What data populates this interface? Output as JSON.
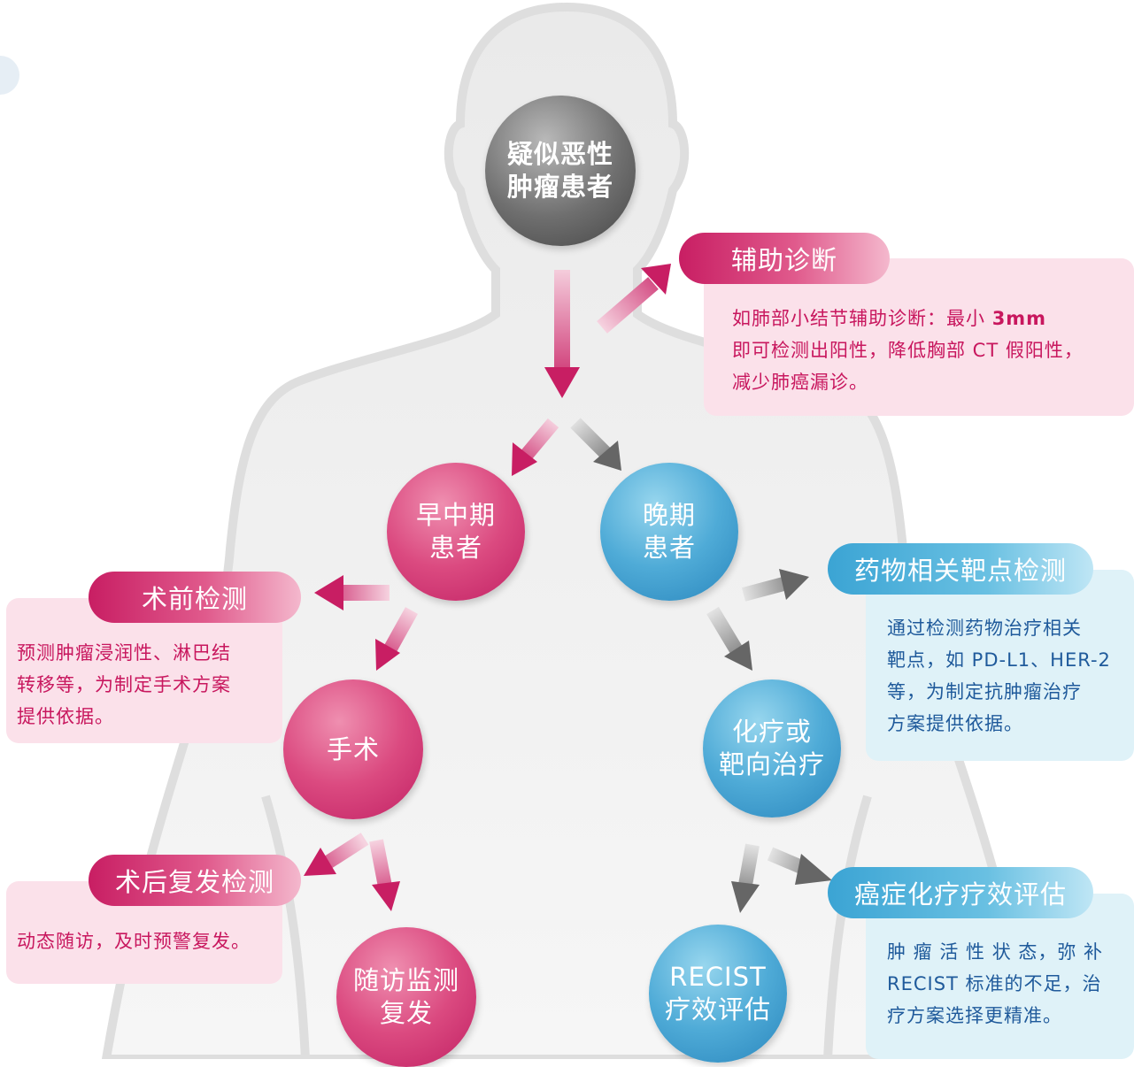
{
  "nodes": {
    "suspect": [
      "疑似恶性",
      "肿瘤患者"
    ],
    "early": [
      "早中期",
      "患者"
    ],
    "late": [
      "晚期",
      "患者"
    ],
    "surgery": [
      "手术"
    ],
    "chemo": [
      "化疗或",
      "靶向治疗"
    ],
    "followup": [
      "随访监测",
      "复发"
    ],
    "recist": [
      "RECIST",
      "疗效评估"
    ]
  },
  "labels": {
    "aux": "辅助诊断",
    "preop": "术前检测",
    "postop": "术后复发检测",
    "target": "药物相关靶点检测",
    "chemo_eval": "癌症化疗疗效评估"
  },
  "boxes": {
    "aux": {
      "pre": "如肺部小结节辅助诊断：最小 ",
      "bold": "3mm",
      "line2": "即可检测出阳性，降低胸部 CT 假阳性，",
      "line3": "减少肺癌漏诊。"
    },
    "preop": [
      "预测肿瘤浸润性、淋巴结",
      "转移等，为制定手术方案",
      "提供依据。"
    ],
    "postop": [
      "动态随访，及时预警复发。"
    ],
    "target": [
      "通过检测药物治疗相关",
      "靶点，如 PD-L1、HER-2",
      "等，为制定抗肿瘤治疗",
      "方案提供依据。"
    ],
    "chemo_eval": [
      "肿 瘤 活 性 状 态，弥 补",
      "RECIST 标准的不足，治",
      "疗方案选择更精准。"
    ]
  },
  "colors": {
    "pink": "#c81e63",
    "blue": "#3ba4d4",
    "gray": "#555555",
    "body_silhouette": "#ececec"
  },
  "icons": [
    "human-silhouette",
    "arrow"
  ]
}
